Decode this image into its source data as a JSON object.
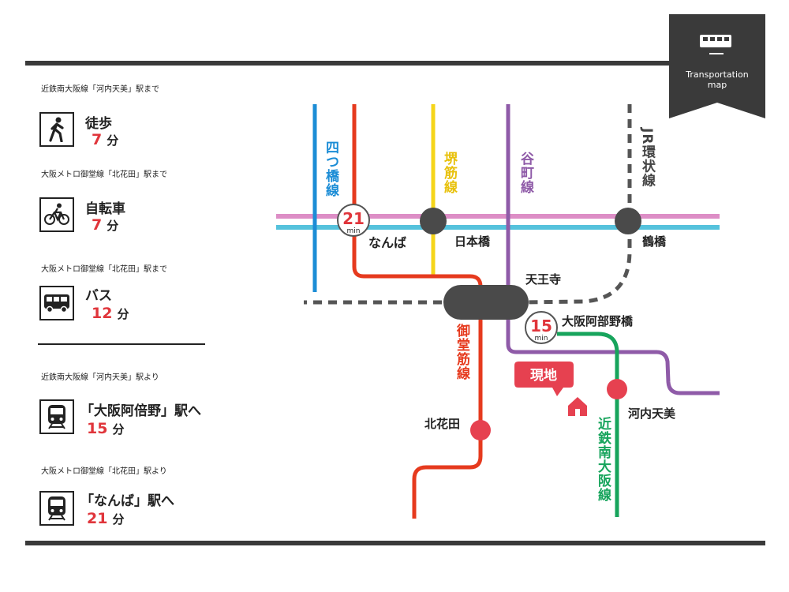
{
  "badge": {
    "title_line1": "Transportation",
    "title_line2": "map",
    "icon": "train-icon"
  },
  "access": [
    {
      "caption": "近鉄南大阪線「河内天美」駅まで",
      "icon": "walking-person-icon",
      "mode": "徒歩",
      "time": "7",
      "unit": "分"
    },
    {
      "caption": "大阪メトロ御堂線「北花田」駅まで",
      "icon": "bicycle-icon",
      "mode": "自転車",
      "time": "7",
      "unit": "分"
    },
    {
      "caption": "大阪メトロ御堂線「北花田」駅まで",
      "icon": "bus-icon",
      "mode": "バス",
      "time": "12",
      "unit": "分"
    },
    {
      "caption": "近鉄南大阪線「河内天美」駅より",
      "icon": "train-front-icon",
      "mode": "「大阪阿倍野」駅へ",
      "time": "15",
      "unit": "分"
    },
    {
      "caption": "大阪メトロ御堂線「北花田」駅より",
      "icon": "train-front-icon",
      "mode": "「なんば」駅へ",
      "time": "21",
      "unit": "分"
    }
  ],
  "map": {
    "lines": {
      "yotsubashi": "四つ橋線",
      "sakaisuji": "堺筋線",
      "tanimachi": "谷町線",
      "jr_loop": "JR環状線",
      "midosuji": "御堂筋線",
      "kintetsu": "近鉄南大阪線"
    },
    "stations": {
      "namba": "なんば",
      "nipponbashi": "日本橋",
      "tsuruhashi": "鶴橋",
      "tennoji": "天王寺",
      "abenobashi": "大阪阿部野橋",
      "kitahanada": "北花田",
      "kawachiamami": "河内天美"
    },
    "times": {
      "namba_min": "21",
      "abeno_min": "15",
      "min_label": "min"
    },
    "current_location": "現地",
    "colors": {
      "yotsubashi": "#1c8dd6",
      "midosuji": "#e63a1e",
      "sakaisuji": "#f5d51a",
      "tanimachi": "#8f5ba8",
      "jr": "#555555",
      "pink": "#dd8ec6",
      "cyan": "#55c2dc",
      "kintetsu": "#17a45c",
      "station_red": "#e64150"
    }
  }
}
